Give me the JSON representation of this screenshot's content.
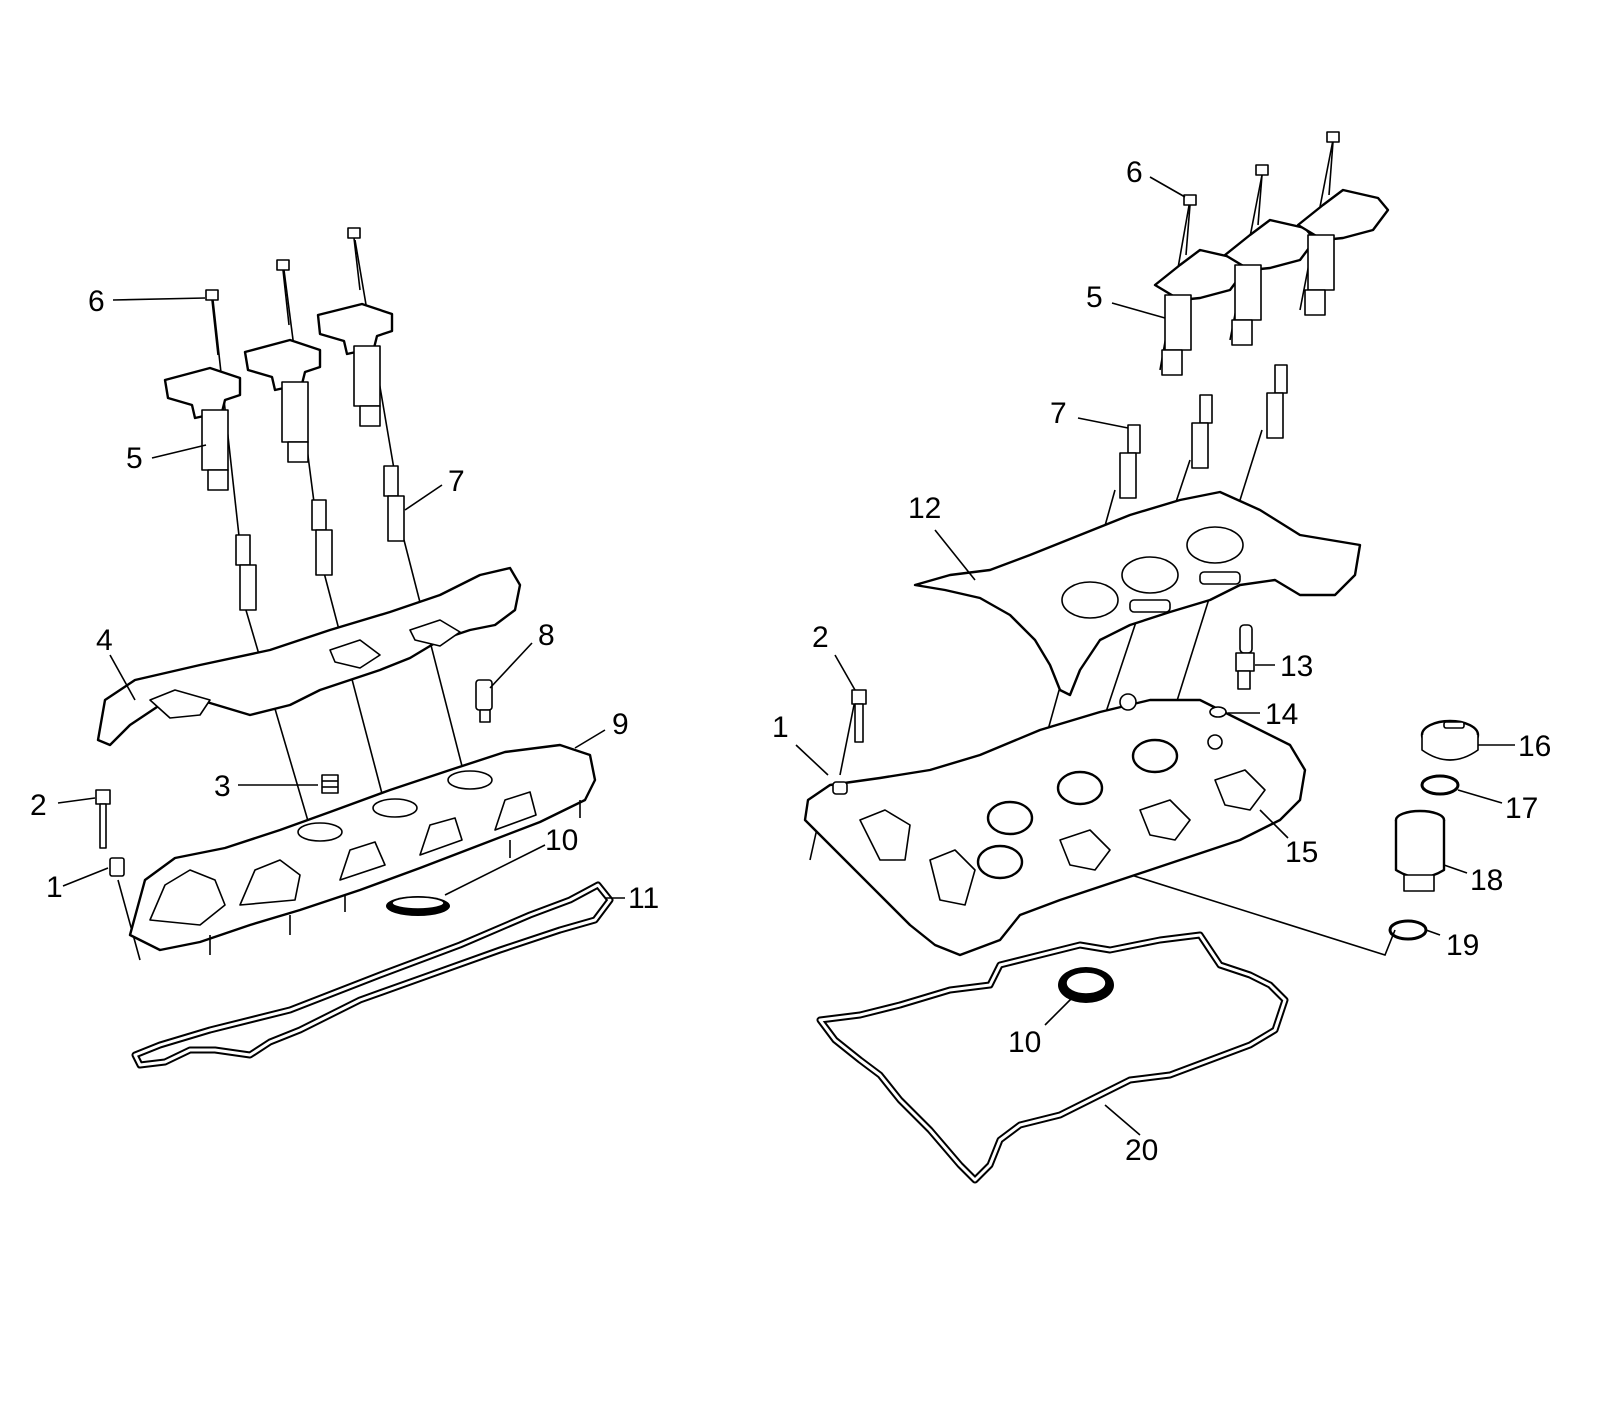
{
  "left_view": {
    "callouts": [
      {
        "id": "l1",
        "text": "1"
      },
      {
        "id": "l2",
        "text": "2"
      },
      {
        "id": "l3",
        "text": "3"
      },
      {
        "id": "l4",
        "text": "4"
      },
      {
        "id": "l5",
        "text": "5"
      },
      {
        "id": "l6",
        "text": "6"
      },
      {
        "id": "l7",
        "text": "7"
      },
      {
        "id": "l8",
        "text": "8"
      },
      {
        "id": "l9",
        "text": "9"
      },
      {
        "id": "l10",
        "text": "10"
      },
      {
        "id": "l11",
        "text": "11"
      }
    ]
  },
  "right_view": {
    "callouts": [
      {
        "id": "r1",
        "text": "1"
      },
      {
        "id": "r2",
        "text": "2"
      },
      {
        "id": "r5",
        "text": "5"
      },
      {
        "id": "r6",
        "text": "6"
      },
      {
        "id": "r7",
        "text": "7"
      },
      {
        "id": "r10",
        "text": "10"
      },
      {
        "id": "r12",
        "text": "12"
      },
      {
        "id": "r13",
        "text": "13"
      },
      {
        "id": "r14",
        "text": "14"
      },
      {
        "id": "r15",
        "text": "15"
      },
      {
        "id": "r16",
        "text": "16"
      },
      {
        "id": "r17",
        "text": "17"
      },
      {
        "id": "r18",
        "text": "18"
      },
      {
        "id": "r19",
        "text": "19"
      },
      {
        "id": "r20",
        "text": "20"
      }
    ]
  }
}
